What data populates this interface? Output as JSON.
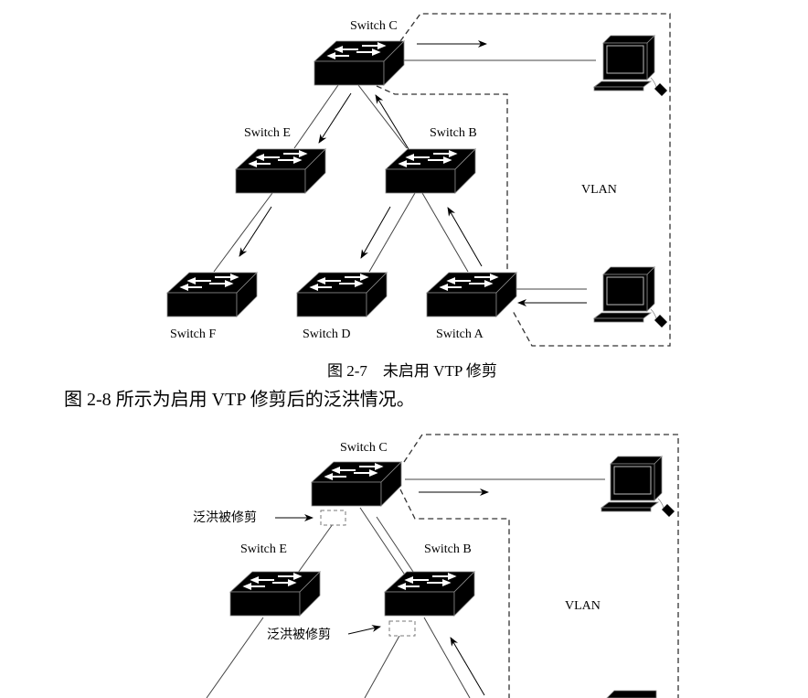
{
  "figure_top": {
    "caption": "图 2-7　未启用 VTP 修剪",
    "vlan_label": "VLAN",
    "switches": [
      {
        "id": "C",
        "label": "Switch C"
      },
      {
        "id": "E",
        "label": "Switch E"
      },
      {
        "id": "B",
        "label": "Switch B"
      },
      {
        "id": "F",
        "label": "Switch F"
      },
      {
        "id": "D",
        "label": "Switch D"
      },
      {
        "id": "A",
        "label": "Switch A"
      }
    ]
  },
  "paragraph": "图 2-8 所示为启用 VTP 修剪后的泛洪情况。",
  "figure_bottom": {
    "vlan_label": "VLAN",
    "pruned_label": "泛洪被修剪",
    "switches": [
      {
        "id": "C",
        "label": "Switch C"
      },
      {
        "id": "E",
        "label": "Switch E"
      },
      {
        "id": "B",
        "label": "Switch B"
      }
    ]
  }
}
